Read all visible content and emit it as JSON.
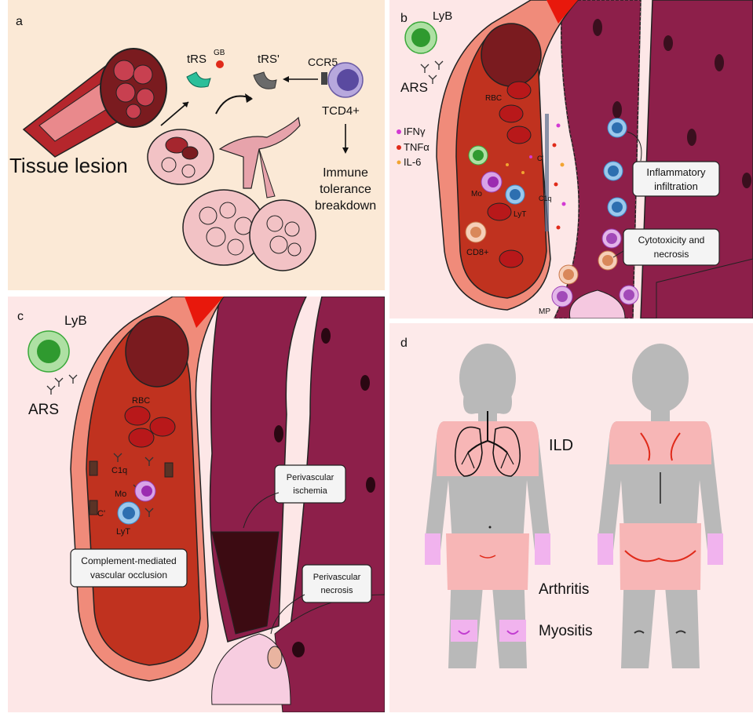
{
  "panel_a": {
    "letter": "a",
    "tissue_lesion": "Tissue lesion",
    "trs": "tRS",
    "gb": "GB",
    "trs_prime": "tRS'",
    "ccr5": "CCR5",
    "tcd4": "TCD4+",
    "immune_line1": "Immune",
    "immune_line2": "tolerance",
    "immune_line3": "breakdown"
  },
  "panel_b": {
    "letter": "b",
    "lyb": "LyB",
    "ars": "ARS",
    "rbc": "RBC",
    "ifn": "IFNγ",
    "tnf": "TNFα",
    "il6": "IL-6",
    "mo": "Mo",
    "lyt": "LyT",
    "cd8": "CD8+",
    "c_prime": "C'",
    "c1q": "C1q",
    "mp": "MP",
    "inflam_line1": "Inflammatory",
    "inflam_line2": "infiltration",
    "cyto_line1": "Cytotoxicity and",
    "cyto_line2": "necrosis"
  },
  "panel_c": {
    "letter": "c",
    "lyb": "LyB",
    "ars": "ARS",
    "rbc": "RBC",
    "c1q": "C1q",
    "mo": "Mo",
    "c_prime": "C'",
    "lyt": "LyT",
    "comp_line1": "Complement-mediated",
    "comp_line2": "vascular occlusion",
    "isch_line1": "Perivascular",
    "isch_line2": "ischemia",
    "necr_line1": "Perivascular",
    "necr_line2": "necrosis"
  },
  "panel_d": {
    "letter": "d",
    "ild": "ILD",
    "arthritis": "Arthritis",
    "myositis": "Myositis"
  },
  "colors": {
    "vessel_red": "#c0321f",
    "muscle": "#8d1f4a",
    "tcell_blue": "#3d8fd0",
    "bcell_green": "#3aa93a",
    "body_gray": "#b9b9b9",
    "highlight_pink": "#f7b6b6"
  }
}
